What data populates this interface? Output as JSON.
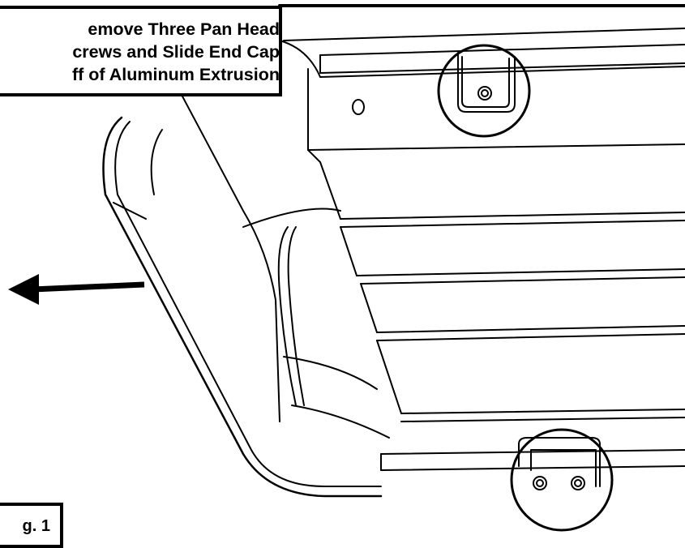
{
  "callout": {
    "line1": "emove Three Pan Head",
    "line2": "crews and Slide End Cap",
    "line3": "ff of Aluminum Extrusion"
  },
  "figure_label": "g. 1",
  "colors": {
    "ink": "#000000",
    "paper": "#ffffff"
  },
  "icons": [
    "screw-icon",
    "arrow-left-icon",
    "detail-circle"
  ]
}
